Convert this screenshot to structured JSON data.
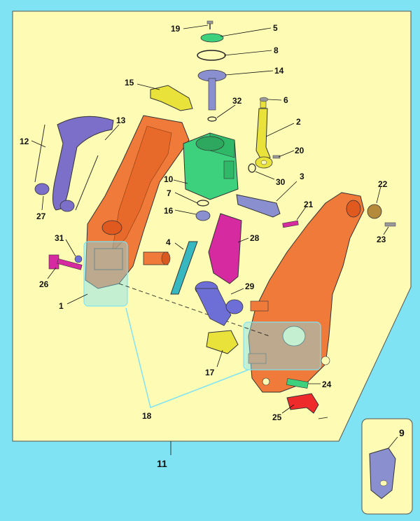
{
  "colors": {
    "background": "#7fe3f3",
    "sheet": "#fefcb4",
    "orange": "#f07a3a",
    "green": "#3dd17d",
    "yellow": "#e8e23a",
    "purple": "#7c6fc9",
    "blue_purple": "#6d6fd6",
    "magenta": "#d62aa0",
    "red": "#ef2a2a",
    "teal": "#37b8c0",
    "gray_blue": "#8a8fd0"
  },
  "callouts": {
    "c1": "1",
    "c2": "2",
    "c3": "3",
    "c4": "4",
    "c5": "5",
    "c6": "6",
    "c7": "7",
    "c8": "8",
    "c9": "9",
    "c10": "10",
    "c11": "11",
    "c12": "12",
    "c13": "13",
    "c14": "14",
    "c15": "15",
    "c16": "16",
    "c17": "17",
    "c18": "18",
    "c19": "19",
    "c20": "20",
    "c21": "21",
    "c22": "22",
    "c23": "23",
    "c24": "24",
    "c25": "25",
    "c26": "26",
    "c27": "27",
    "c28": "28",
    "c29": "29",
    "c30": "30",
    "c31": "31",
    "c32": "32"
  }
}
